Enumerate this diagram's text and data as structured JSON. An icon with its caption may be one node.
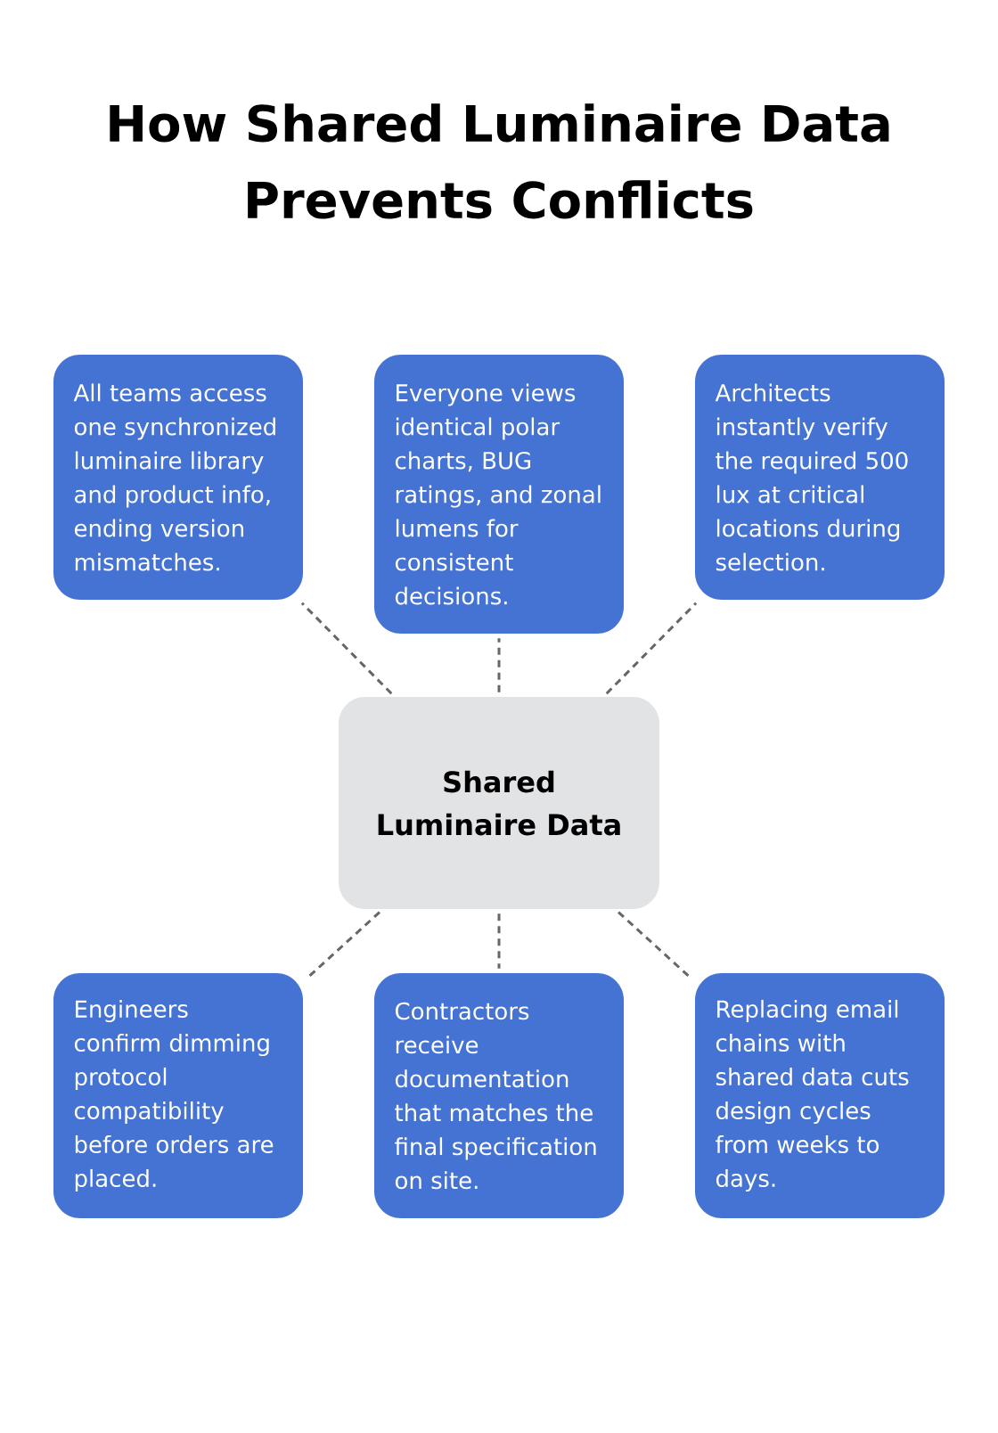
{
  "diagram": {
    "title": "How Shared Luminaire Data Prevents Conflicts",
    "nodes": [
      {
        "text": [
          "All teams access one synchronized luminaire library and product info, ending version mismatches."
        ]
      },
      {
        "text": [
          "Everyone views identical polar charts, BUG ratings, and zonal lumens for consistent decisions."
        ]
      },
      {
        "text": [
          "Architects instantly verify the required 500 lux at critical locations during selection."
        ]
      },
      {
        "text": [
          "Shared Luminaire Data"
        ]
      },
      {
        "text": [
          "Engineers confirm dimming protocol compatibility before orders are placed."
        ]
      },
      {
        "text": [
          "Contractors receive documentation that matches the final specification on site."
        ]
      },
      {
        "text": [
          "Replacing email chains with shared data cuts design cycles from weeks to days."
        ]
      }
    ],
    "edges": [
      {
        "from": 3,
        "to": 0,
        "arrow": "none",
        "style": "dashed"
      },
      {
        "from": 3,
        "to": 1,
        "arrow": "none",
        "style": "dashed"
      },
      {
        "from": 3,
        "to": 2,
        "arrow": "none",
        "style": "dashed"
      },
      {
        "from": 3,
        "to": 4,
        "arrow": "none",
        "style": "dashed"
      },
      {
        "from": 3,
        "to": 5,
        "arrow": "none",
        "style": "dashed"
      },
      {
        "from": 3,
        "to": 6,
        "arrow": "none",
        "style": "dashed"
      }
    ]
  }
}
